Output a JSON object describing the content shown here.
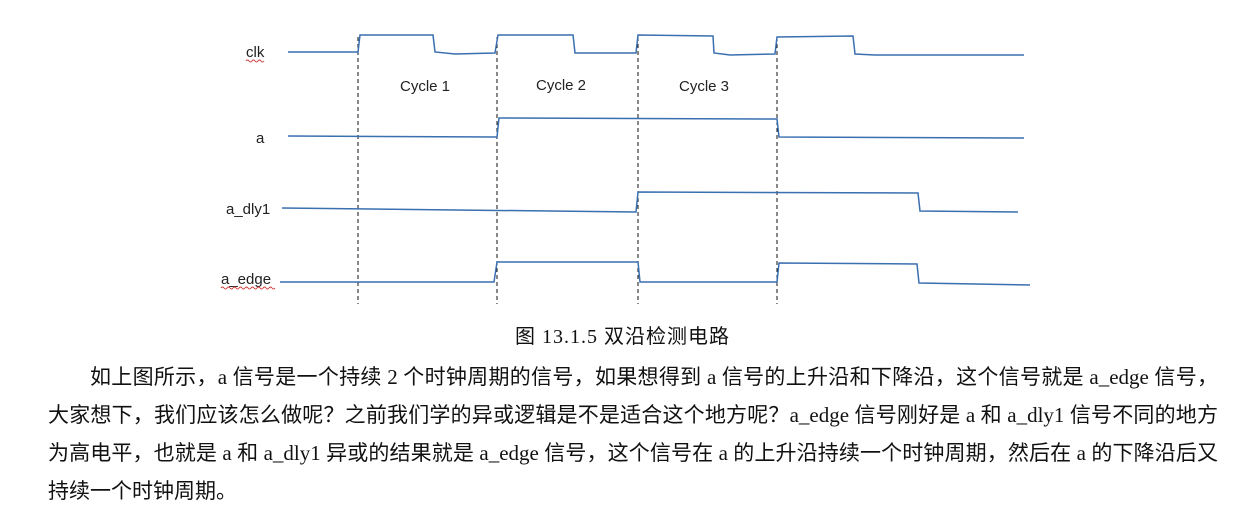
{
  "diagram": {
    "signals": [
      {
        "name": "clk",
        "color": "#3a6fb0"
      },
      {
        "name": "a",
        "color": "#3a6fb0"
      },
      {
        "name": "a_dly1",
        "color": "#3a6fb0"
      },
      {
        "name": "a_edge",
        "color": "#3a6fb0"
      }
    ],
    "cycles": [
      "Cycle 1",
      "Cycle 2",
      "Cycle 3"
    ]
  },
  "caption": "图 13.1.5 双沿检测电路",
  "paragraph": "如上图所示，a 信号是一个持续 2 个时钟周期的信号，如果想得到 a 信号的上升沿和下降沿，这个信号就是 a_edge 信号，大家想下，我们应该怎么做呢？之前我们学的异或逻辑是不是适合这个地方呢？a_edge 信号刚好是 a 和 a_dly1 信号不同的地方为高电平，也就是 a 和 a_dly1 异或的结果就是 a_edge 信号，这个信号在 a 的上升沿持续一个时钟周期，然后在 a 的下降沿后又持续一个时钟周期。"
}
